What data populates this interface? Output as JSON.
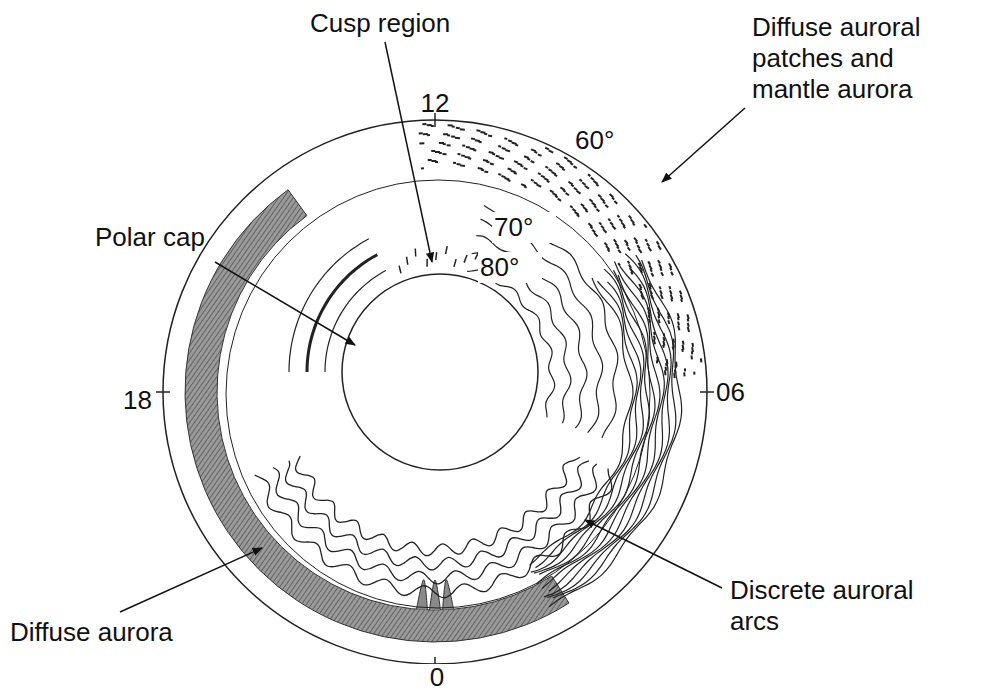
{
  "diagram": {
    "labels": [
      "Cusp region",
      "12",
      "60°",
      "Diffuse auroral patches and mantle aurora",
      "70°",
      "80°",
      "Polar cap",
      "18",
      "06",
      "Diffuse aurora",
      "Discrete auroral arcs",
      "0"
    ]
  }
}
